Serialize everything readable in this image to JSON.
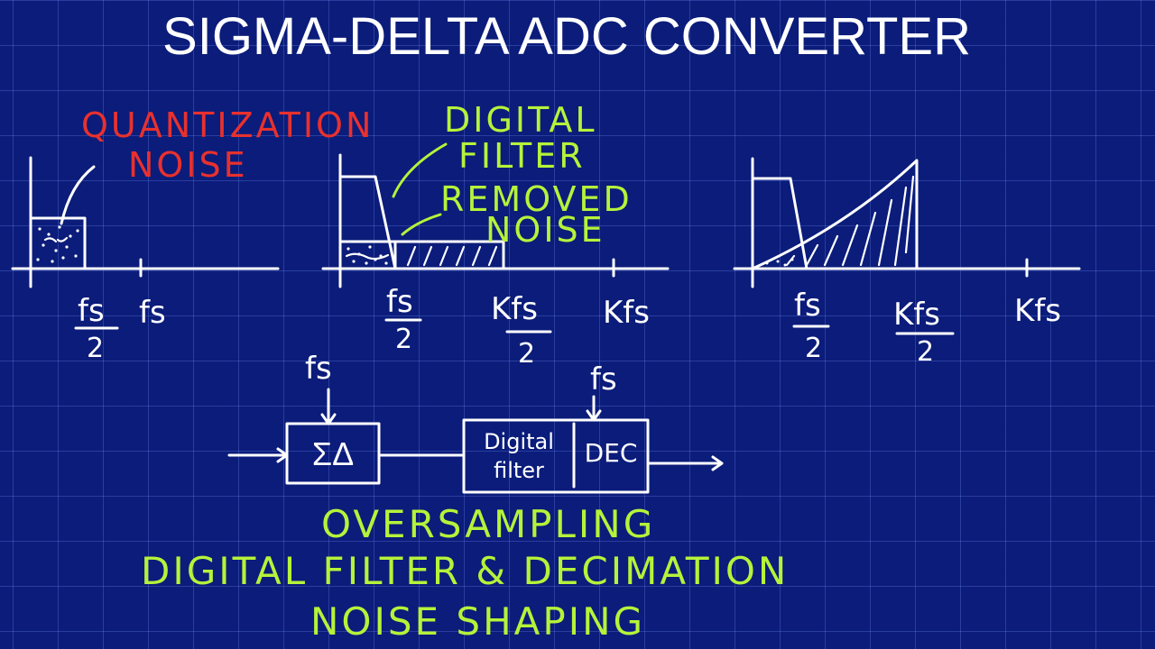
{
  "title": "SIGMA-DELTA ADC CONVERTER",
  "labels": {
    "quantization_1": "QUANTIZATION",
    "quantization_2": "NOISE",
    "digital_filter_1": "DIGITAL",
    "digital_filter_2": "FILTER",
    "removed_noise_1": "REMOVED",
    "removed_noise_2": "NOISE"
  },
  "ticks": {
    "fs": "fs",
    "two": "2",
    "kfs": "Kfs"
  },
  "block_diagram": {
    "clock_in": "fs",
    "modulator": "ΣΔ",
    "filter_line1": "Digital",
    "filter_line2": "filter",
    "decimator": "DEC",
    "clock_out": "fs"
  },
  "notes": [
    "OVERSAMPLING",
    "DIGITAL FILTER & DECIMATION",
    "NOISE SHAPING"
  ],
  "colors": {
    "background": "#0b1c7a",
    "chalk_white": "#ffffff",
    "chalk_green": "#b6f23a",
    "chalk_red": "#e8312e"
  }
}
